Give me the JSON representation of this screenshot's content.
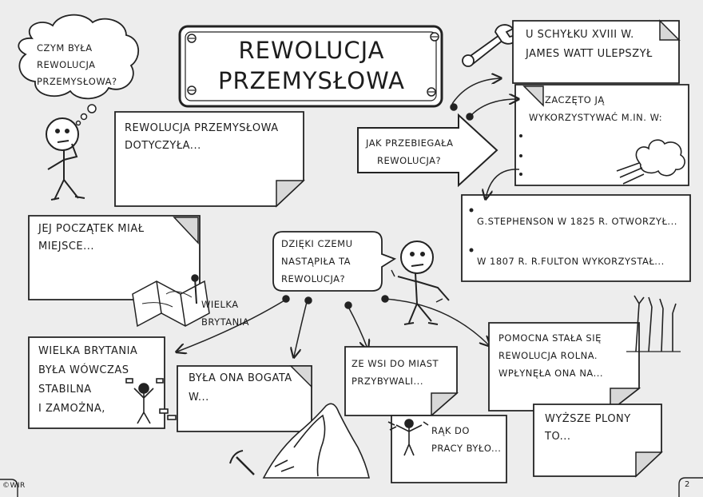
{
  "title": {
    "line1": "REWOLUCJA",
    "line2": "PRZEMYSŁOWA"
  },
  "thought_bubble": {
    "line1": "CZYM BYŁA",
    "line2": "REWOLUCJA",
    "line3": "PRZEMYSŁOWA?"
  },
  "box_concerned": {
    "line1": "REWOLUCJA PRZEMYSŁOWA",
    "line2": "DOTYCZYŁA..."
  },
  "box_watt": {
    "line1": "U SCHYŁKU XVIII W.",
    "line2": "JAMES WATT ULEPSZYŁ"
  },
  "box_used": {
    "line1": "ZACZĘTO JĄ",
    "line2": "WYKORZYSTYWAĆ M.IN. W:"
  },
  "how_arrow": {
    "line1": "JAK PRZEBIEGAŁA",
    "line2": "REWOLUCJA?"
  },
  "box_transport": {
    "line1": "G.STEPHENSON W 1825 R. OTWORZYŁ...",
    "line2": "W 1807 R. R.FULTON WYKORZYSTAŁ..."
  },
  "box_start": {
    "line1": "JEJ POCZĄTEK MIAŁ",
    "line2": "MIEJSCE..."
  },
  "map_label": {
    "line1": "WIELKA",
    "line2": "BRYTANIA"
  },
  "speech": {
    "line1": "DZIĘKI CZEMU",
    "line2": "NASTĄPIŁA TA",
    "line3": "REWOLUCJA?"
  },
  "box_stable": {
    "line1": "WIELKA BRYTANIA",
    "line2": "BYŁA WÓWCZAS",
    "line3": "STABILNA",
    "line4": "I ZAMOŻNA,"
  },
  "box_rich": {
    "line1": "BYŁA ONA BOGATA",
    "line2": "W..."
  },
  "box_villages": {
    "line1": "ZE WSI DO MIAST",
    "line2": "PRZYBYWALI..."
  },
  "box_hands": {
    "line1": "RĄK DO",
    "line2": "PRACY BYŁO..."
  },
  "box_agri": {
    "line1": "POMOCNA STAŁA SIĘ",
    "line2": "REWOLUCJA ROLNA.",
    "line3": "WPŁYNĘŁA ONA NA..."
  },
  "box_yields": {
    "line1": "WYŻSZE PLONY",
    "line2": "TO..."
  },
  "footer": {
    "copyright": "©WIR",
    "page_number": "2"
  }
}
